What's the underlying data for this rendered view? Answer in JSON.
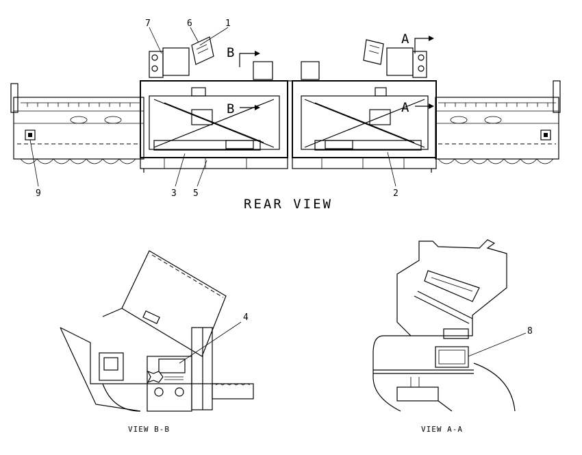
{
  "rear_view": {
    "title": "REAR VIEW",
    "callouts": [
      "1",
      "2",
      "3",
      "5",
      "6",
      "7",
      "9"
    ]
  },
  "section_markers": {
    "a": "A",
    "b": "B"
  },
  "view_bb": {
    "title": "VIEW B-B",
    "callout": "4"
  },
  "view_aa": {
    "title": "VIEW A-A",
    "callout": "8"
  }
}
